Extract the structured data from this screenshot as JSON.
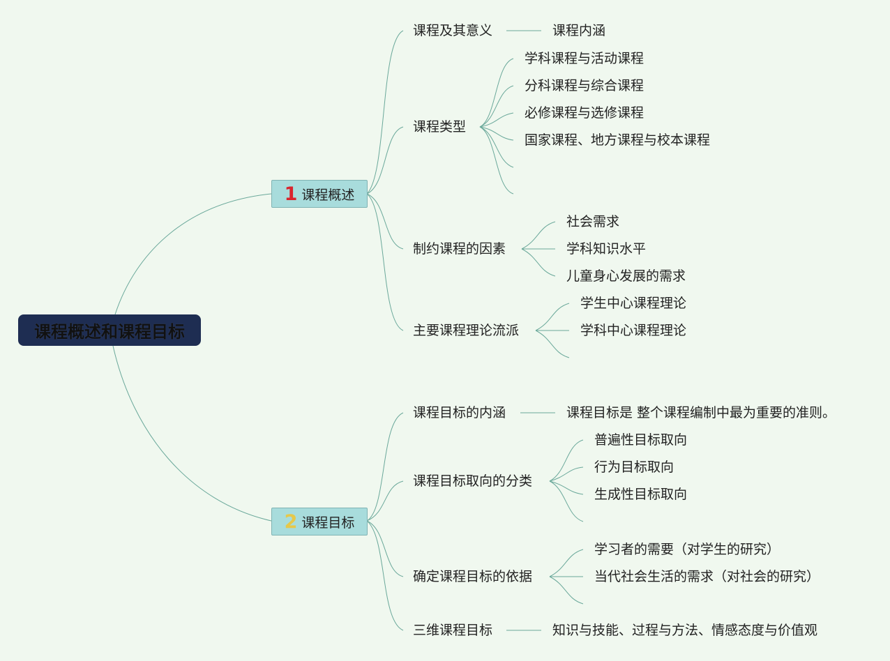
{
  "root": {
    "label": "课程概述和课程目标"
  },
  "topics": [
    {
      "number": "1",
      "number_color": "#d9252e",
      "label": "课程概述",
      "children": [
        {
          "label": "课程及其意义",
          "children": [
            "课程内涵"
          ]
        },
        {
          "label": "课程类型",
          "children": [
            "学科课程与活动课程",
            "分科课程与综合课程",
            "必修课程与选修课程",
            "国家课程、地方课程与校本课程"
          ]
        },
        {
          "label": "制约课程的因素",
          "children": [
            "社会需求",
            "学科知识水平",
            "儿童身心发展的需求"
          ]
        },
        {
          "label": "主要课程理论流派",
          "children": [
            "学生中心课程理论",
            "学科中心课程理论"
          ]
        }
      ]
    },
    {
      "number": "2",
      "number_color": "#e6c84a",
      "label": "课程目标",
      "children": [
        {
          "label": "课程目标的内涵",
          "children": [
            "课程目标是 整个课程编制中最为重要的准则。"
          ]
        },
        {
          "label": "课程目标取向的分类",
          "children": [
            "普遍性目标取向",
            "行为目标取向",
            "生成性目标取向"
          ]
        },
        {
          "label": "确定课程目标的依据",
          "children": [
            "学习者的需要（对学生的研究）",
            "当代社会生活的需求（对社会的研究）"
          ]
        },
        {
          "label": "三维课程目标",
          "children": [
            "知识与技能、过程与方法、情感态度与价值观"
          ]
        }
      ]
    }
  ],
  "colors": {
    "background": "#f0f8ef",
    "line": "#6aa89a",
    "root_fill": "#1e2d52",
    "topic_fill": "#a8dcdc"
  }
}
